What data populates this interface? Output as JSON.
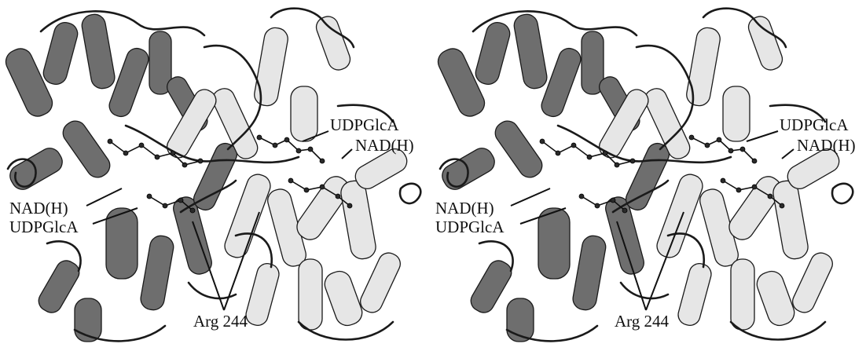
{
  "figure": {
    "views": [
      {
        "name": "left-view",
        "labels": {
          "udpglca_upper": "UDPGlcA",
          "nadh_upper": "NAD(H)",
          "nadh_lower": "NAD(H)",
          "udpglca_lower": "UDPGlcA",
          "arg": "Arg 244"
        }
      },
      {
        "name": "right-view",
        "labels": {
          "udpglca_upper": "UDPGlcA",
          "nadh_upper": "NAD(H)",
          "nadh_lower": "NAD(H)",
          "udpglca_lower": "UDPGlcA",
          "arg": "Arg 244"
        }
      }
    ],
    "colors": {
      "subunit_dark": "#6e6e6e",
      "subunit_light": "#e6e6e6",
      "outline": "#1a1a1a",
      "background": "#ffffff"
    }
  }
}
